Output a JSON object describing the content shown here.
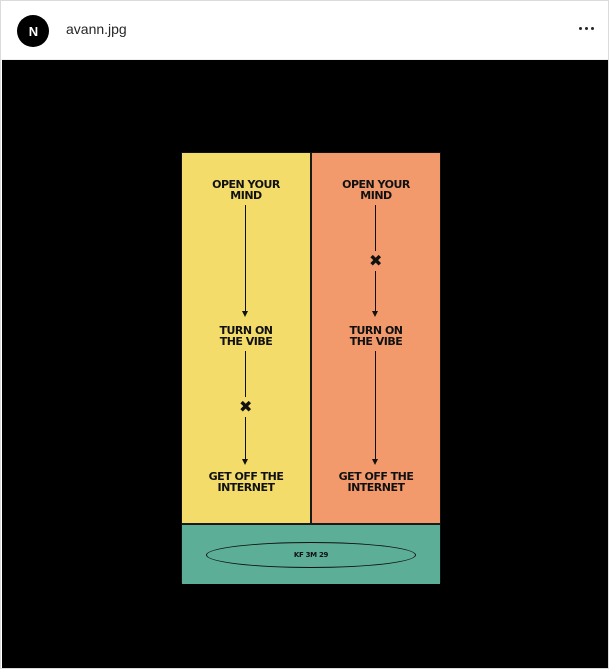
{
  "post": {
    "avatar_text": "N",
    "username": "avann.jpg",
    "more_icon": "more-horizontal-icon"
  },
  "poster": {
    "left_column": {
      "top": "OPEN YOUR\nMIND",
      "middle": "TURN ON\nTHE VIBE",
      "bottom": "GET OFF THE\nINTERNET",
      "mark": "✖"
    },
    "right_column": {
      "top": "OPEN YOUR\nMIND",
      "middle": "TURN ON\nTHE VIBE",
      "bottom": "GET OFF THE\nINTERNET",
      "mark": "✖"
    },
    "footer_label": "KF 3M 29",
    "colors": {
      "left_bg": "#f3dc6a",
      "right_bg": "#f39a6c",
      "footer_bg": "#5cae96",
      "media_bg": "#000000"
    }
  }
}
